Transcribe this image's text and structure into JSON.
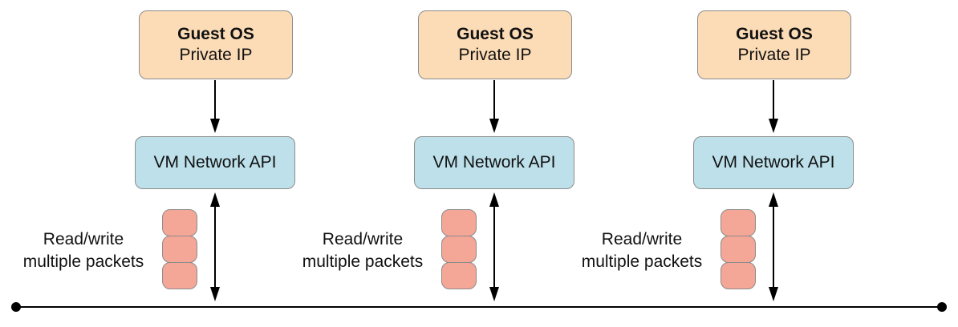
{
  "diagram": {
    "colors": {
      "guest_fill": "#fcdcb6",
      "vm_fill": "#bde0ea",
      "packet_fill": "#f4a697",
      "border": "#8c8c8c",
      "line": "#000000"
    },
    "stacks": [
      {
        "guest_title": "Guest OS",
        "guest_subtitle": "Private IP",
        "vm_label": "VM Network API",
        "packets_label_line1": "Read/write",
        "packets_label_line2": "multiple packets",
        "packet_count": 3
      },
      {
        "guest_title": "Guest OS",
        "guest_subtitle": "Private IP",
        "vm_label": "VM Network API",
        "packets_label_line1": "Read/write",
        "packets_label_line2": "multiple packets",
        "packet_count": 3
      },
      {
        "guest_title": "Guest OS",
        "guest_subtitle": "Private IP",
        "vm_label": "VM Network API",
        "packets_label_line1": "Read/write",
        "packets_label_line2": "multiple packets",
        "packet_count": 3
      }
    ],
    "bus": {
      "label": ""
    }
  }
}
